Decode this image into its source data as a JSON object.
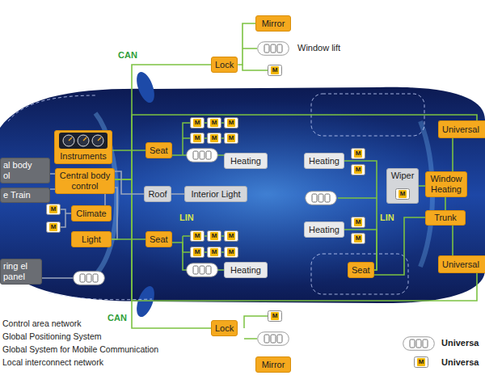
{
  "diagram": {
    "nodes": [
      {
        "text": [
          "Mirror"
        ]
      },
      {
        "text": [
          "Lock"
        ]
      },
      {
        "text": [
          "Universal"
        ]
      },
      {
        "text": [
          "Instruments"
        ]
      },
      {
        "text": [
          "Seat"
        ]
      },
      {
        "text": [
          "Heating"
        ]
      },
      {
        "text": [
          "Heating"
        ]
      },
      {
        "text": [
          "al body ol"
        ]
      },
      {
        "text": [
          "Central body control"
        ]
      },
      {
        "text": [
          "Wiper"
        ]
      },
      {
        "text": [
          "Window Heating"
        ]
      },
      {
        "text": [
          "Roof"
        ]
      },
      {
        "text": [
          "Interior Light"
        ]
      },
      {
        "text": [
          "e Train"
        ]
      },
      {
        "text": [
          "Climate"
        ]
      },
      {
        "text": [
          "Trunk"
        ]
      },
      {
        "text": [
          "Heating"
        ]
      },
      {
        "text": [
          "Light"
        ]
      },
      {
        "text": [
          "Seat"
        ]
      },
      {
        "text": [
          "Universal"
        ]
      },
      {
        "text": [
          "Heating"
        ]
      },
      {
        "text": [
          "ring el panel"
        ]
      },
      {
        "text": [
          "Seat"
        ]
      },
      {
        "text": [
          "Lock"
        ]
      },
      {
        "text": [
          "Mirror"
        ]
      }
    ],
    "edges": [
      {
        "from": 1,
        "to": 0,
        "arrow": "none"
      },
      {
        "from": 8,
        "to": 1,
        "arrow": "none"
      },
      {
        "from": 8,
        "to": 23,
        "arrow": "none"
      },
      {
        "from": 8,
        "to": 2,
        "arrow": "none"
      },
      {
        "from": 8,
        "to": 19,
        "arrow": "none"
      },
      {
        "from": 3,
        "to": 4,
        "arrow": "none"
      },
      {
        "from": 8,
        "to": 11,
        "arrow": "none"
      },
      {
        "from": 11,
        "to": 12,
        "arrow": "none"
      },
      {
        "from": 8,
        "to": 14,
        "arrow": "none"
      },
      {
        "from": 8,
        "to": 17,
        "arrow": "none"
      },
      {
        "from": 17,
        "to": 18,
        "arrow": "none"
      },
      {
        "from": 4,
        "to": 5,
        "arrow": "none"
      },
      {
        "from": 18,
        "to": 20,
        "arrow": "none"
      },
      {
        "from": 8,
        "to": 7,
        "arrow": "none"
      },
      {
        "from": 8,
        "to": 13,
        "arrow": "none"
      },
      {
        "from": 9,
        "to": 10,
        "arrow": "none"
      },
      {
        "from": 10,
        "to": 15,
        "arrow": "none"
      },
      {
        "from": 2,
        "to": 10,
        "arrow": "none"
      },
      {
        "from": 15,
        "to": 19,
        "arrow": "none"
      },
      {
        "from": 22,
        "to": 6,
        "arrow": "none"
      },
      {
        "from": 22,
        "to": 16,
        "arrow": "none"
      },
      {
        "from": 15,
        "to": 22,
        "arrow": "none"
      }
    ],
    "labels": [
      "CAN",
      "Window lift",
      "LIN",
      "LIN",
      "CAN",
      "Control area network",
      "Global Positioning System",
      "Global System for Mobile Communication",
      "Local interconnect network",
      "M",
      "M",
      "M",
      "M",
      "M",
      "M",
      "M",
      "M",
      "M",
      "M",
      "M",
      "M",
      "M",
      "M",
      "M",
      "M",
      "M",
      "M",
      "M",
      "M",
      "M",
      "M"
    ],
    "legend": [
      {
        "text": "Universa"
      },
      {
        "text": "Universa"
      }
    ]
  }
}
